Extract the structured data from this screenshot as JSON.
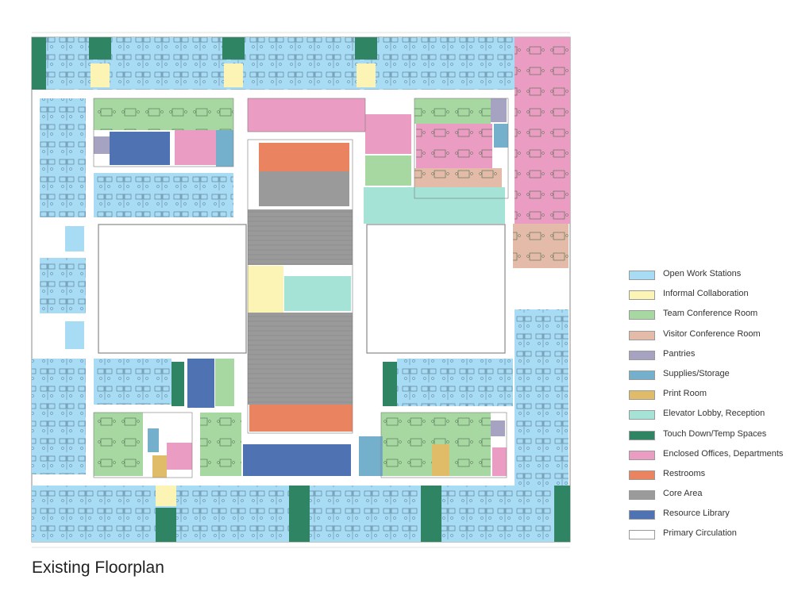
{
  "caption": "Existing Floorplan",
  "colors": {
    "open": "#a7dcf4",
    "informal": "#fbf4b4",
    "team": "#a8d8a2",
    "visitor": "#e4bba9",
    "pantry": "#a6a3c2",
    "supply": "#74b0cc",
    "print": "#e0bb68",
    "lobby": "#a4e3d6",
    "touch": "#2f8563",
    "office": "#eb9cc3",
    "restroom": "#ea8460",
    "core": "#9a9a9a",
    "library": "#4f72b3",
    "circulation": "#ffffff"
  },
  "legend": [
    {
      "key": "open",
      "label": "Open Work Stations"
    },
    {
      "key": "informal",
      "label": "Informal Collaboration"
    },
    {
      "key": "team",
      "label": "Team Conference Room"
    },
    {
      "key": "visitor",
      "label": "Visitor Conference Room"
    },
    {
      "key": "pantry",
      "label": "Pantries"
    },
    {
      "key": "supply",
      "label": "Supplies/Storage"
    },
    {
      "key": "print",
      "label": "Print Room"
    },
    {
      "key": "lobby",
      "label": "Elevator Lobby, Reception"
    },
    {
      "key": "touch",
      "label": "Touch Down/Temp Spaces"
    },
    {
      "key": "office",
      "label": "Enclosed Offices, Departments"
    },
    {
      "key": "restroom",
      "label": "Restrooms"
    },
    {
      "key": "core",
      "label": "Core Area"
    },
    {
      "key": "library",
      "label": "Resource Library"
    },
    {
      "key": "circulation",
      "label": "Primary Circulation"
    }
  ]
}
